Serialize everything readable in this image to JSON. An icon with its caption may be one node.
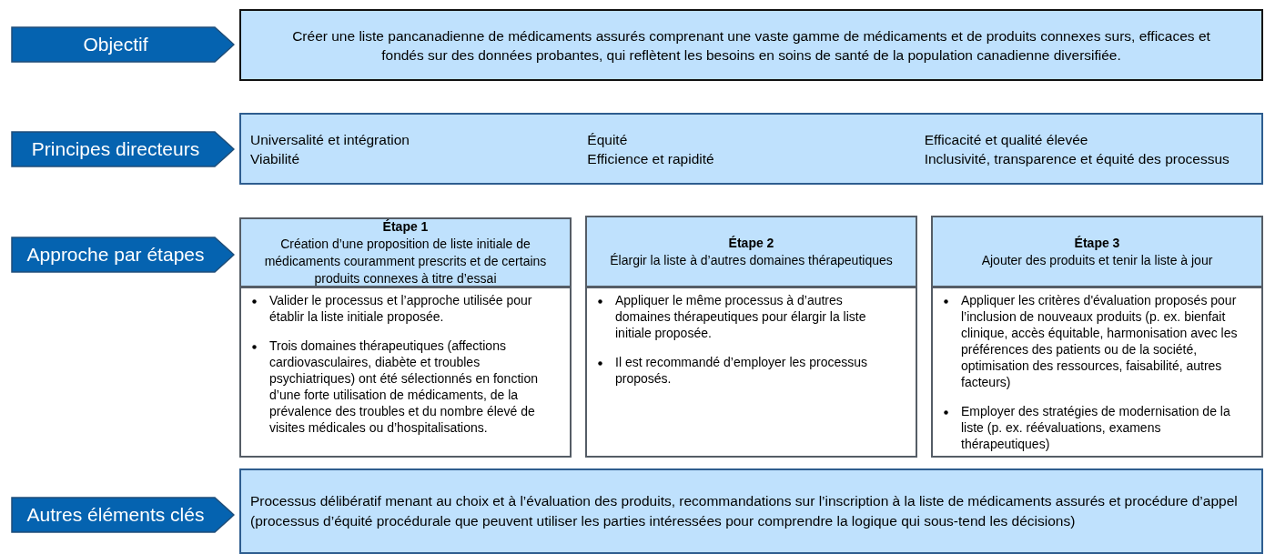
{
  "diagram": {
    "nodes": [
      {
        "text": [
          "Objectif"
        ]
      },
      {
        "text": [
          "Créer une liste pancanadienne de médicaments assurés comprenant une vaste gamme de médicaments et de produits connexes surs, efficaces et fondés sur des données probantes, qui reflètent les besoins en soins de santé de la population canadienne diversifiée."
        ]
      },
      {
        "text": [
          "Principes directeurs"
        ]
      },
      {
        "text": [
          "Universalité et intégration",
          "Viabilité",
          "Équité",
          "Efficience et rapidité",
          "Efficacité et qualité élevée",
          "Inclusivité, transparence et équité des processus"
        ]
      },
      {
        "text": [
          "Approche par étapes"
        ]
      },
      {
        "text": [
          "Étape 1",
          "Création d’une proposition de liste initiale de médicaments couramment prescrits et de certains produits connexes à titre d’essai"
        ]
      },
      {
        "text": [
          "Valider le processus et l’approche utilisée pour établir la liste initiale proposée.",
          "Trois domaines thérapeutiques (affections cardiovasculaires, diabète et troubles psychiatriques) ont été sélectionnés en fonction d’une forte utilisation de médicaments, de la prévalence des troubles et du nombre élevé de visites médicales ou d’hospitalisations."
        ]
      },
      {
        "text": [
          "Étape 2",
          "Élargir la liste à d’autres domaines thérapeutiques"
        ]
      },
      {
        "text": [
          "Appliquer le même processus à d’autres domaines thérapeutiques pour élargir la liste initiale proposée.",
          "Il est recommandé d’employer les processus proposés."
        ]
      },
      {
        "text": [
          "Étape 3",
          "Ajouter des produits et tenir la liste à jour"
        ]
      },
      {
        "text": [
          "Appliquer les critères d'évaluation proposés pour l’inclusion de nouveaux produits (p. ex. bienfait clinique, accès équitable, harmonisation avec les préférences des patients ou de la société, optimisation des ressources, faisabilité, autres facteurs)",
          "Employer des stratégies de modernisation de la liste (p. ex. réévaluations, examens thérapeutiques)"
        ]
      },
      {
        "text": [
          "Autres éléments clés"
        ]
      },
      {
        "text": [
          "Processus délibératif menant au choix et à l’évaluation des produits, recommandations sur l’inscription à la liste de médicaments assurés et procédure d’appel (processus d’équité procédurale que peuvent utiliser les parties intéressées pour comprendre la logique qui sous-tend les décisions)"
        ]
      }
    ]
  }
}
